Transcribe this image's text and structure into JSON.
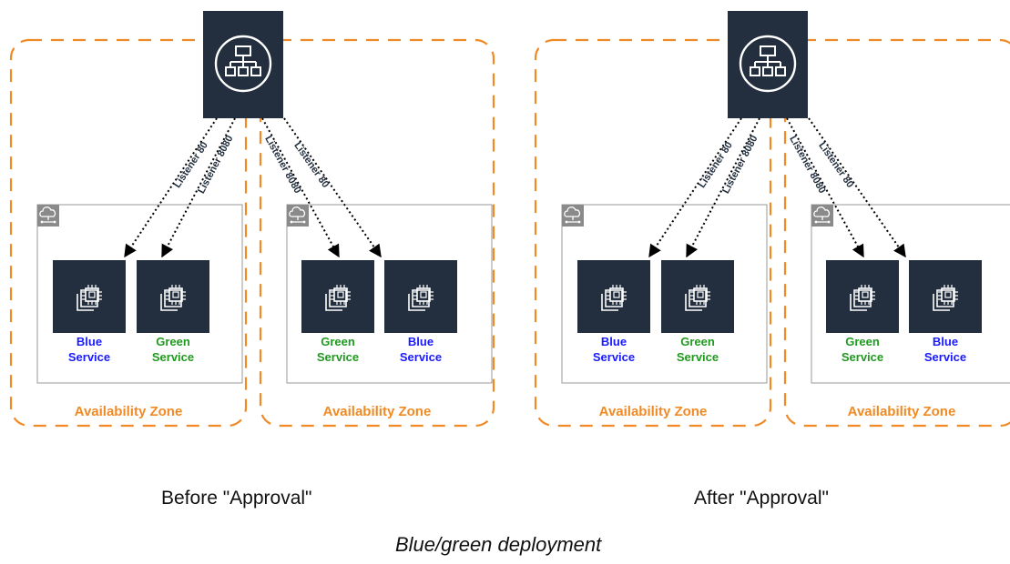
{
  "colors": {
    "blue": "#1a1aff",
    "green": "#1f9a1f",
    "orange": "#f08a24",
    "dark": "#232f3e",
    "gray": "#8a8a8a"
  },
  "icons": {
    "load_balancer": "load-balancer-icon",
    "subnet": "cloud-subnet-icon",
    "instance": "ec2-instances-icon"
  },
  "panels": [
    {
      "caption": "Before \"Approval\"",
      "zones": [
        {
          "label": "Availability Zone",
          "services": [
            {
              "line1": "Blue",
              "line2": "Service",
              "color": "blue"
            },
            {
              "line1": "Green",
              "line2": "Service",
              "color": "green"
            }
          ],
          "listeners": [
            "Listener 80",
            "Listener 8080"
          ]
        },
        {
          "label": "Availability Zone",
          "services": [
            {
              "line1": "Green",
              "line2": "Service",
              "color": "green"
            },
            {
              "line1": "Blue",
              "line2": "Service",
              "color": "blue"
            }
          ],
          "listeners": [
            "Listener 8080",
            "Listener 80"
          ]
        }
      ]
    },
    {
      "caption": "After \"Approval\"",
      "zones": [
        {
          "label": "Availability Zone",
          "services": [
            {
              "line1": "Blue",
              "line2": "Service",
              "color": "blue"
            },
            {
              "line1": "Green",
              "line2": "Service",
              "color": "green"
            }
          ],
          "listeners": [
            "Listener 80",
            "Listener 8080"
          ]
        },
        {
          "label": "Availability Zone",
          "services": [
            {
              "line1": "Green",
              "line2": "Service",
              "color": "green"
            },
            {
              "line1": "Blue",
              "line2": "Service",
              "color": "blue"
            }
          ],
          "listeners": [
            "Listener 8080",
            "Listener 80"
          ]
        }
      ]
    }
  ],
  "title": "Blue/green deployment"
}
